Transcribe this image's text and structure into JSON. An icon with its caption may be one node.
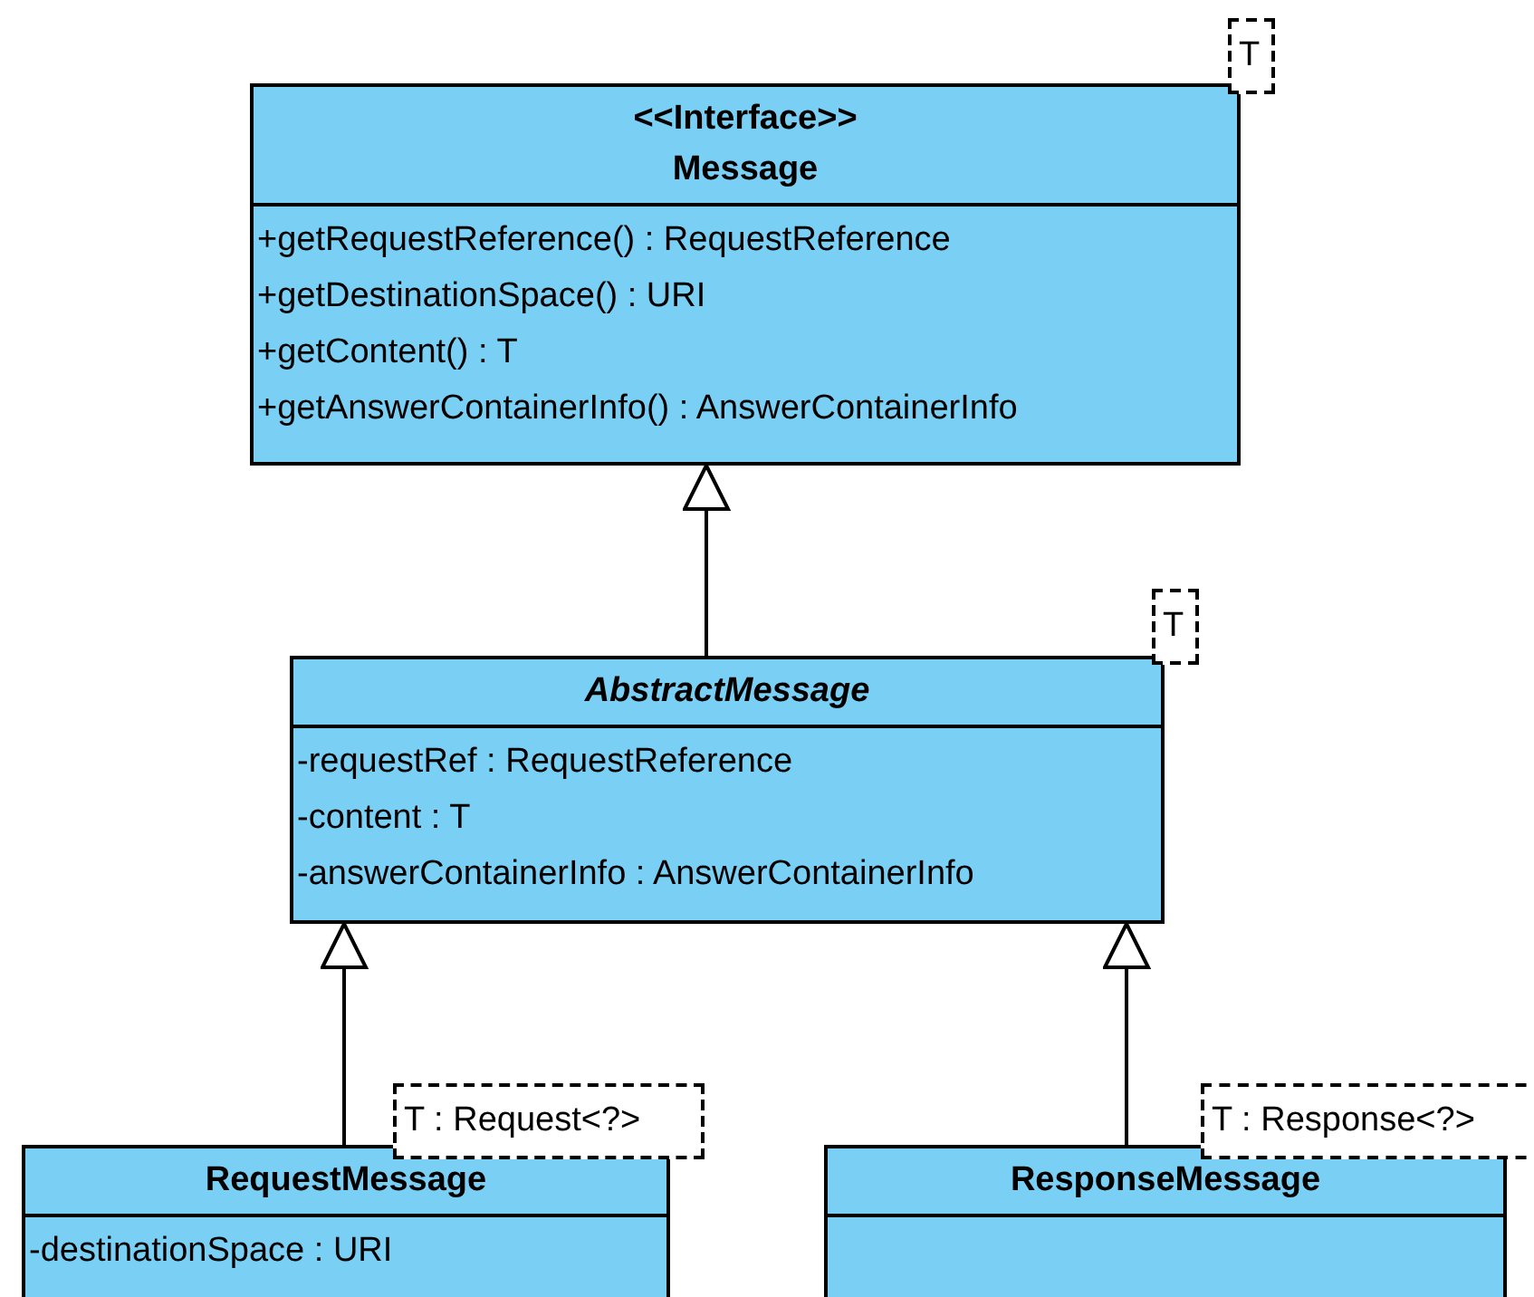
{
  "diagram": {
    "nodes": [
      {
        "text": [
          "<<Interface>>",
          "Message",
          "+getRequestReference() : RequestReference",
          "+getDestinationSpace() : URI",
          "+getContent() : T",
          "+getAnswerContainerInfo() : AnswerContainerInfo"
        ]
      },
      {
        "text": [
          "T"
        ]
      },
      {
        "text": [
          "AbstractMessage",
          "-requestRef : RequestReference",
          "-content : T",
          "-answerContainerInfo : AnswerContainerInfo"
        ]
      },
      {
        "text": [
          "T"
        ]
      },
      {
        "text": [
          "RequestMessage",
          "-destinationSpace : URI"
        ]
      },
      {
        "text": [
          "T : Request<?>"
        ]
      },
      {
        "text": [
          "ResponseMessage"
        ]
      },
      {
        "text": [
          "T : Response<?>"
        ]
      }
    ],
    "edges": [
      {
        "from": 2,
        "to": 0,
        "arrow": "to"
      },
      {
        "from": 4,
        "to": 2,
        "arrow": "to"
      },
      {
        "from": 6,
        "to": 2,
        "arrow": "to"
      }
    ]
  }
}
